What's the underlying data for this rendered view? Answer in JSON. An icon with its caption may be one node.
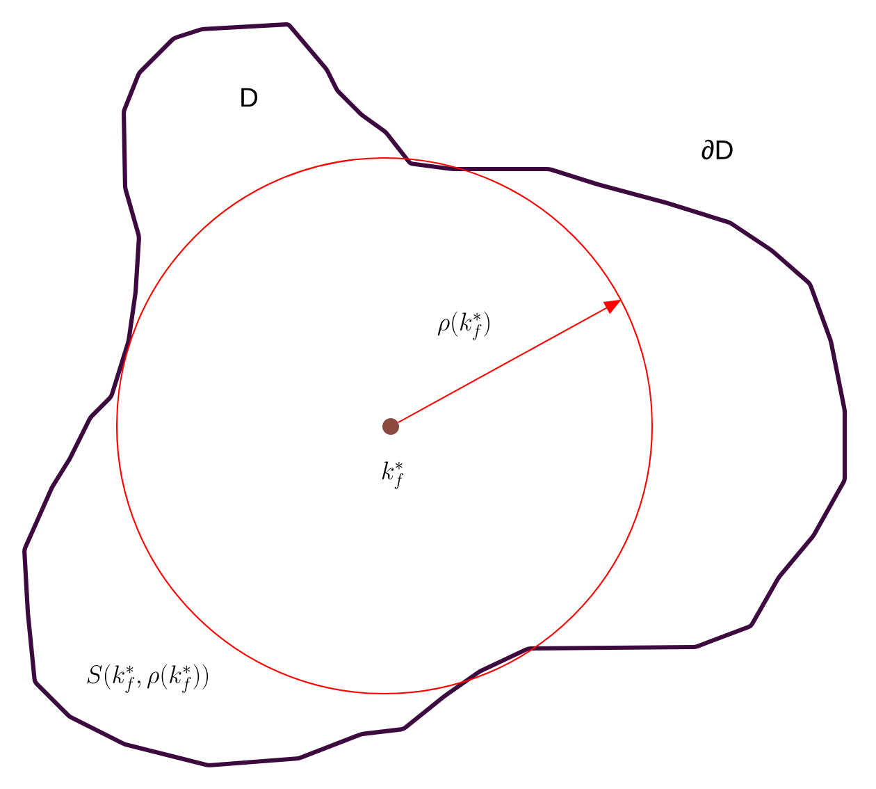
{
  "diagram": {
    "nodes": [
      {
        "text": [],
        "shape": "circle",
        "beside": [
          "S(k_f^*,\\rho(k_f^*))"
        ]
      },
      {
        "text": [],
        "shape": "circle",
        "beside": [
          "k_f^*"
        ],
        "in": 0
      }
    ],
    "edges": [
      {
        "from": 1,
        "to": 0,
        "arrow": "to",
        "label": "\\rho(k_f^*)",
        "color": "#ff0000"
      }
    ],
    "labels": [
      "D",
      "∂D"
    ]
  }
}
